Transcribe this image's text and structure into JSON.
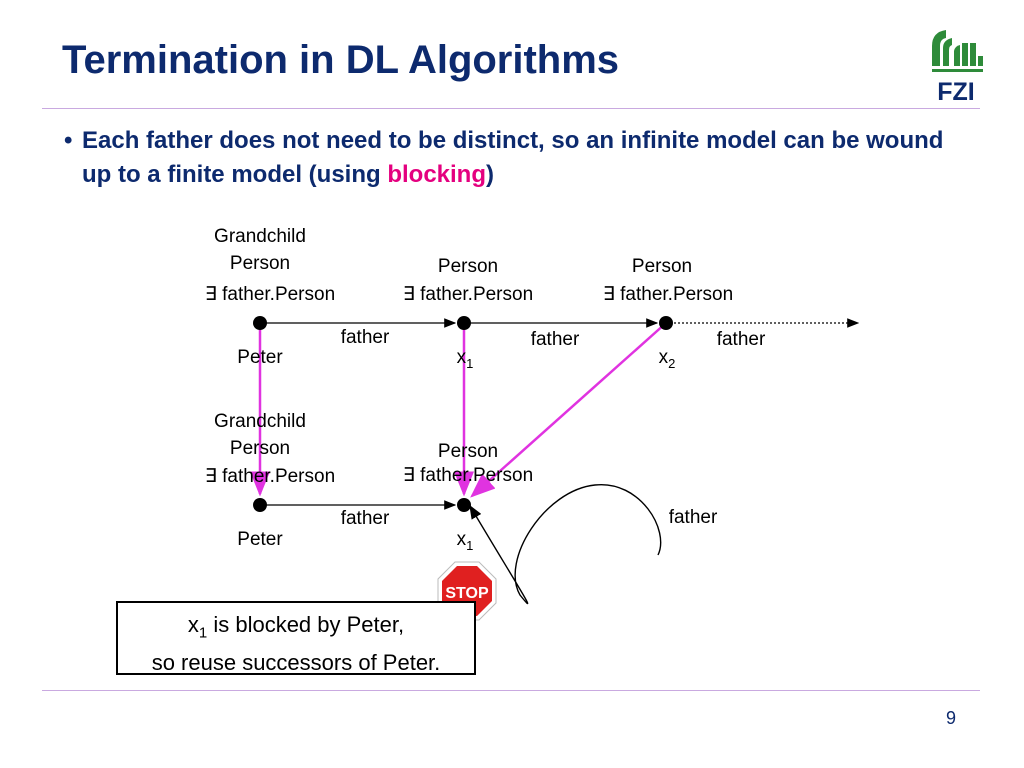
{
  "slide": {
    "title": "Termination in DL Algorithms",
    "bullet_text": "Each father does not need to be distinct, so an infinite model can be wound up to a finite model (using ",
    "bullet_highlight": "blocking",
    "bullet_end": ")",
    "page_number": "9"
  },
  "logo": {
    "text": "FZI",
    "color": "#2e8b3a"
  },
  "colors": {
    "title": "#0d2a6e",
    "highlight": "#e4007f",
    "arrow": "#e033e0",
    "rule": "#c9a9e0"
  },
  "diagram": {
    "top_row": {
      "peter_labels": [
        "Grandchild",
        "Person",
        "∃ father.Person"
      ],
      "x1_labels": [
        "Person",
        "∃ father.Person"
      ],
      "x2_labels": [
        "Person",
        "∃ father.Person"
      ],
      "node_peter": "Peter",
      "node_x1": "x",
      "node_x1_sub": "1",
      "node_x2": "x",
      "node_x2_sub": "2",
      "edge_labels": [
        "father",
        "father",
        "father"
      ]
    },
    "bottom_row": {
      "peter_labels": [
        "Grandchild",
        "Person",
        "∃ father.Person"
      ],
      "x1_labels": [
        "Person",
        "∃ father.Person"
      ],
      "node_peter": "Peter",
      "node_x1": "x",
      "node_x1_sub": "1",
      "edge_label": "father",
      "loop_label": "father"
    },
    "stop_sign": "STOP",
    "note": {
      "line1_pre": "x",
      "line1_sub": "1",
      "line1_post": " is blocked by Peter,",
      "line2": "so reuse successors of Peter."
    }
  }
}
